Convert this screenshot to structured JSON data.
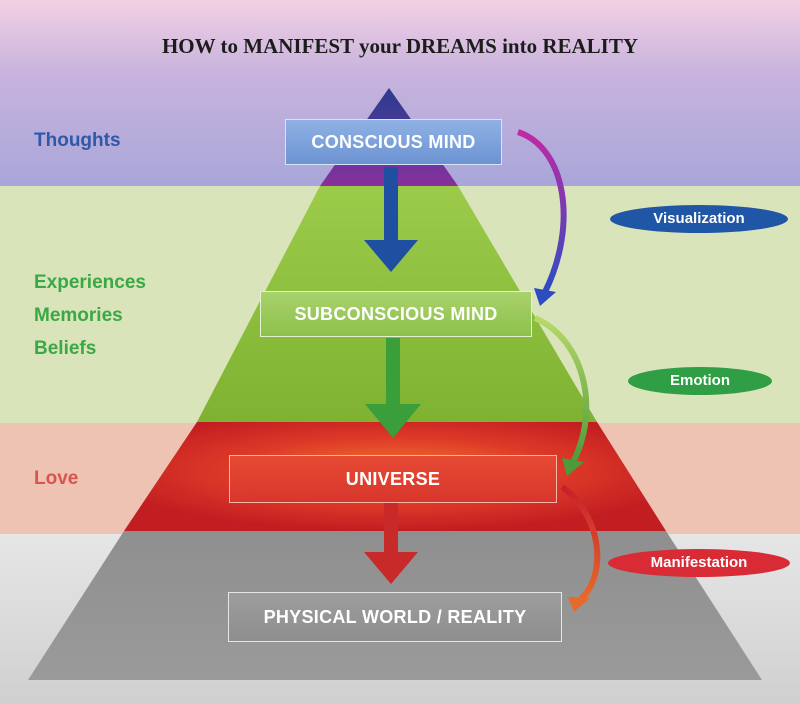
{
  "title": "HOW to MANIFEST your DREAMS into REALITY",
  "levels": {
    "thoughts": "Thoughts",
    "experiences": [
      "Experiences",
      "Memories",
      "Beliefs"
    ],
    "love": "Love"
  },
  "boxes": {
    "conscious": "CONSCIOUS MIND",
    "subconscious": "SUBCONSCIOUS MIND",
    "universe": "UNIVERSE",
    "physical": "PHYSICAL WORLD / REALITY"
  },
  "processes": {
    "visualization": "Visualization",
    "emotion": "Emotion",
    "manifestation": "Manifestation"
  },
  "colors": {
    "thoughts": "#2f58a8",
    "experiences": "#3aa845",
    "love": "#d9534f",
    "visualization": "#1f57a6",
    "emotion": "#2f9e44",
    "manifestation": "#d92b35"
  }
}
